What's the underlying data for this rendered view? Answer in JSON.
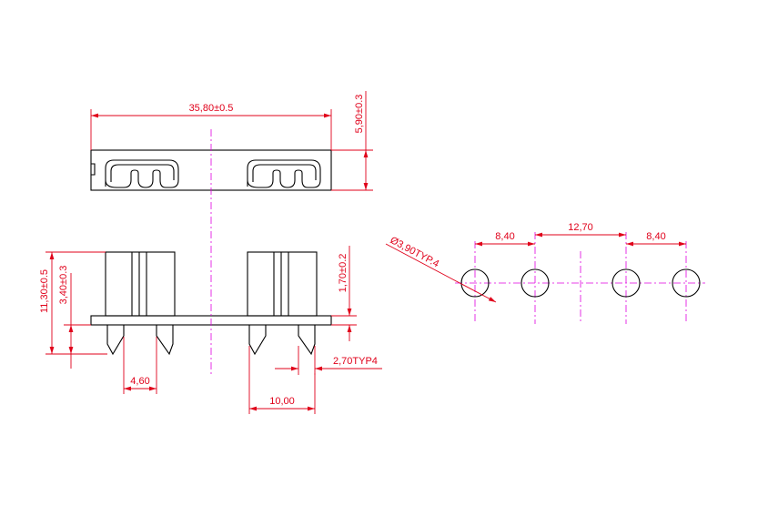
{
  "colors": {
    "outline": "#000000",
    "dimension": "#e0001a",
    "centerline": "#e000e0",
    "background": "#ffffff"
  },
  "dimensions": {
    "overall_length": "35,80±0.5",
    "top_thickness": "5,90±0.3",
    "total_height": "11,30±0.5",
    "pin_length": "3,40±0.3",
    "base_thickness": "1,70±0.2",
    "pin_pitch": "4,60",
    "pin_width": "2,70TYP4",
    "pair_spacing": "10,00",
    "hole_diameter": "Ø3,90TYP.4",
    "hole_spacing_left": "8,40",
    "hole_spacing_center": "12,70",
    "hole_spacing_right": "8,40"
  }
}
